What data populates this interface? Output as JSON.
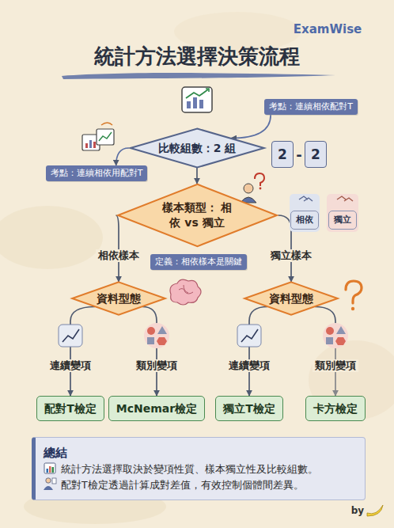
{
  "diagram": {
    "title": "統計方法選擇決策流程",
    "nodes": [
      {
        "text": [
          "考點：連續相依配對T"
        ]
      },
      {
        "text": [
          "比較組數：2 組"
        ]
      },
      {
        "text": [
          "2"
        ]
      },
      {
        "text": [
          "2"
        ]
      },
      {
        "text": [
          "考點：連續相依用配對T"
        ]
      },
      {
        "text": [
          "樣本類型： 相依 vs 獨立"
        ]
      },
      {
        "text": [
          "相依"
        ]
      },
      {
        "text": [
          "獨立"
        ]
      },
      {
        "text": [
          "定義：相依樣本是關鍵"
        ]
      },
      {
        "text": [
          "資料型態"
        ]
      },
      {
        "text": [
          "資料型態"
        ]
      },
      {
        "text": [
          "配對T檢定"
        ]
      },
      {
        "text": [
          "McNemar檢定"
        ]
      },
      {
        "text": [
          "獨立T檢定"
        ]
      },
      {
        "text": [
          "卡方檢定"
        ]
      },
      {
        "text": [
          "總結",
          "統計方法選擇取決於變項性質、樣本獨立性及比較組數。",
          "配對T檢定透過計算成對差值，有效控制個體間差異。"
        ]
      }
    ],
    "edges": [
      {
        "from": 0,
        "to": 1,
        "arrow": "to"
      },
      {
        "from": 1,
        "to": 4,
        "arrow": "to"
      },
      {
        "from": 1,
        "to": 5,
        "arrow": "to"
      },
      {
        "from": 5,
        "to": 9,
        "label": "相依樣本",
        "arrow": "to"
      },
      {
        "from": 5,
        "to": 10,
        "label": "獨立樣本",
        "arrow": "to"
      },
      {
        "from": 9,
        "to": 11,
        "label": "連續變項",
        "arrow": "to"
      },
      {
        "from": 9,
        "to": 12,
        "label": "類別變項",
        "arrow": "to"
      },
      {
        "from": 10,
        "to": 13,
        "label": "連續變項",
        "arrow": "to"
      },
      {
        "from": 10,
        "to": 14,
        "label": "類別變項",
        "arrow": "to"
      }
    ],
    "labels": [
      "ExamWise",
      "-",
      "by"
    ]
  }
}
